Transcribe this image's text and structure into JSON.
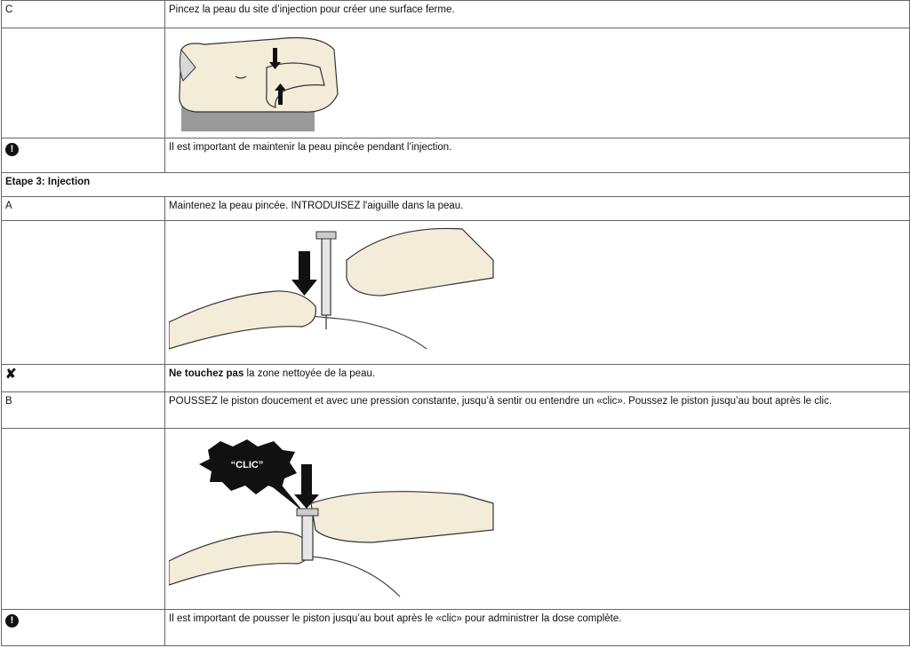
{
  "rows": {
    "c": {
      "label": "C",
      "text": "Pincez la peau du site d’injection pour créer une surface ferme."
    },
    "warn1": {
      "icon": "exclamation-circle-icon",
      "text": "Il est important de maintenir la peau pincée pendant l’injection."
    },
    "section": {
      "title": "Etape 3: Injection"
    },
    "a": {
      "label": "A",
      "text": "Maintenez la peau pincée. INTRODUISEZ l'aiguille dans la peau."
    },
    "dont": {
      "icon": "cross-icon",
      "bold": "Ne touchez pas",
      "text": " la zone nettoyée de la peau."
    },
    "b": {
      "label": "B",
      "text": "POUSSEZ le piston doucement et avec une pression constante, jusqu’à sentir ou entendre un «clic». Poussez le piston jusqu’au bout après le clic."
    },
    "warn2": {
      "icon": "exclamation-circle-icon",
      "text": "Il est important de pousser le piston jusqu’au bout après le «clic» pour administrer la dose complète."
    }
  },
  "illustrations": {
    "clic_label": "“CLIC”"
  }
}
